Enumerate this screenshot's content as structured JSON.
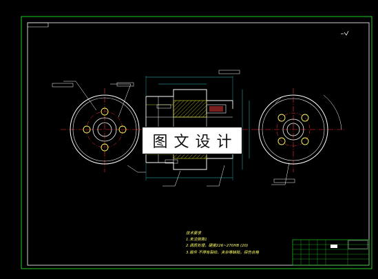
{
  "banner_text": "图文设计",
  "notes": {
    "title": "技术要求",
    "line1": "1.未注倒角1",
    "line2": "2.调质处理，硬度226~270HB (20)",
    "line3": "3.锻件  不得有裂纹、夹杂等缺陷，探伤合格"
  },
  "colors": {
    "background": "#000000",
    "frame": "#22cc22",
    "outline": "#ffffff",
    "centerline": "#ff3333",
    "hatch": "#ffff33",
    "holes": "#ffff66",
    "dimension": "#33cccc",
    "section_outline": "#ffffff"
  }
}
